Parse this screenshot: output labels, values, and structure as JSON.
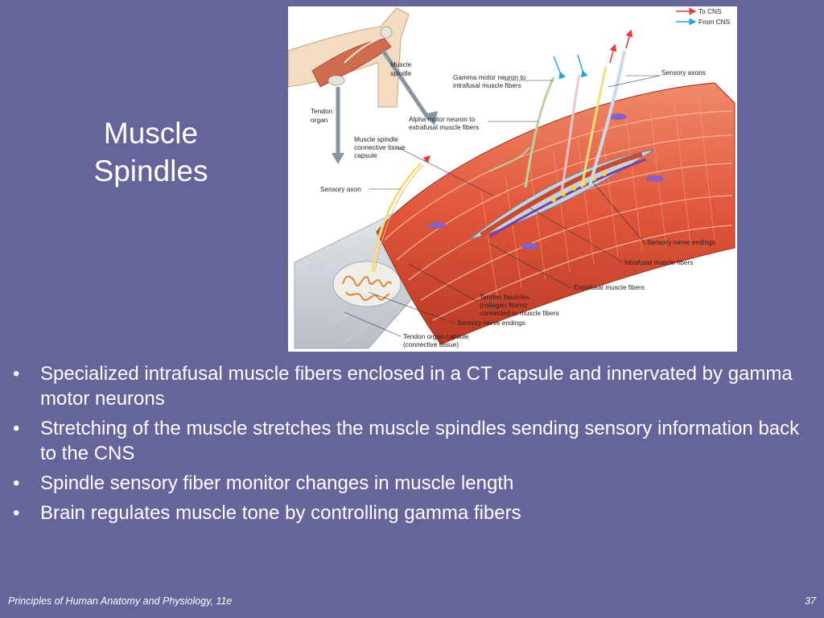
{
  "slide": {
    "title_line1": "Muscle",
    "title_line2": "Spindles",
    "bullets": [
      "Specialized intrafusal muscle fibers enclosed in a CT capsule and innervated by gamma motor neurons",
      "Stretching of the muscle stretches the muscle spindles sending sensory information back to the CNS",
      "Spindle sensory fiber monitor changes in muscle length",
      "Brain regulates muscle tone by controlling gamma fibers"
    ],
    "bullet_glyph": "•",
    "footer_left": "Principles of Human Anatomy and Physiology, 11e",
    "page_number": "37"
  },
  "figure": {
    "legend_to_cns": "To CNS",
    "legend_from_cns": "From CNS",
    "labels": {
      "muscle_spindle_l1": "Muscle",
      "muscle_spindle_l2": "spindle",
      "tendon_organ_l1": "Tendon",
      "tendon_organ_l2": "organ",
      "gamma_l1": "Gamma motor neuron to",
      "gamma_l2": "intrafusal muscle fibers",
      "alpha_l1": "Alpha motor neuron to",
      "alpha_l2": "extrafusal muscle fibers",
      "capsule_l1": "Muscle spindle",
      "capsule_l2": "connective tissue",
      "capsule_l3": "capsule",
      "sensory_axon": "Sensory axon",
      "sensory_axons": "Sensory axons",
      "sensory_nerve_endings_r": "Sensory nerve endings",
      "intrafusal": "Intrafusal muscle fibers",
      "extrafusal": "Extrafusal muscle fibers",
      "fascicles_l1": "Tendon fascicles",
      "fascicles_l2": "(collagen fibers)",
      "fascicles_l3": "connected to muscle fibers",
      "sensory_nerve_endings_b": "Sensory nerve endings",
      "capsule2_l1": "Tendon organ capsule",
      "capsule2_l2": "(connective tissue)"
    }
  },
  "colors": {
    "background": "#65649b",
    "muscle": "#e0553b",
    "to_cns_arrow": "#e53935",
    "from_cns_arrow": "#29a3d6"
  }
}
